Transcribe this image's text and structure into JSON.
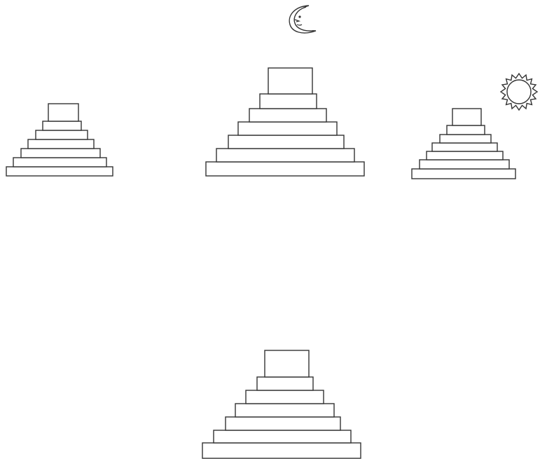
{
  "scene": {
    "background": "#ffffff",
    "line_color": "#333333",
    "objects": [
      {
        "kind": "stepped-pyramid",
        "name": "pyramid-left-icon",
        "steps": 7
      },
      {
        "kind": "stepped-pyramid",
        "name": "pyramid-center-icon",
        "steps": 7
      },
      {
        "kind": "stepped-pyramid",
        "name": "pyramid-right-icon",
        "steps": 7
      },
      {
        "kind": "stepped-pyramid",
        "name": "pyramid-bottom-icon",
        "steps": 7
      },
      {
        "kind": "icon",
        "name": "moon-icon"
      },
      {
        "kind": "icon",
        "name": "sun-icon"
      }
    ]
  }
}
